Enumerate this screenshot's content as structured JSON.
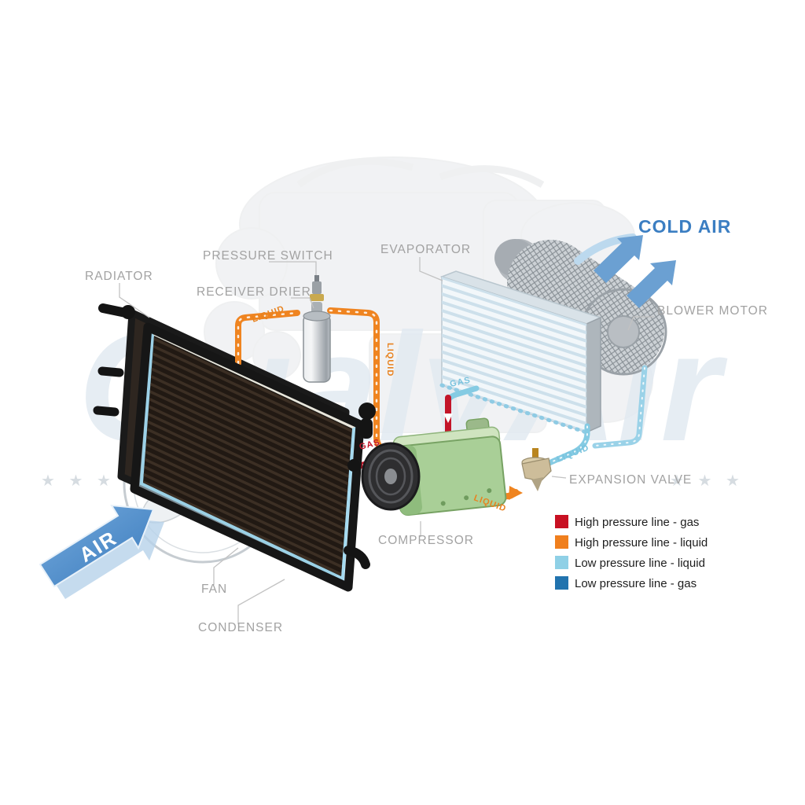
{
  "watermark": {
    "brand": "QualyAir",
    "stars_left": "★ ★ ★",
    "stars_right": "★ ★ ★"
  },
  "labels": {
    "radiator": "RADIATOR",
    "pressure_switch": "PRESSURE SWITCH",
    "receiver_drier": "RECEIVER DRIER",
    "evaporator": "EVAPORATOR",
    "blower_motor": "BLOWER MOTOR",
    "cold_air": "COLD AIR",
    "expansion_valve": "EXPANSION VALVE",
    "compressor": "COMPRESSOR",
    "fan": "FAN",
    "condenser": "CONDENSER",
    "air": "AIR"
  },
  "flow_labels": {
    "liquid_receiver": "LIQUID",
    "liquid_drop": "LIQUID",
    "gas_evaporator": "GAS",
    "gas_compressor": "GAS",
    "liquid_expansion": "LIQUID",
    "liquid_evaporator": "LIQUID"
  },
  "legend": {
    "items": [
      {
        "label": "High pressure line - gas",
        "color": "#c81022"
      },
      {
        "label": "High pressure line - liquid",
        "color": "#f07f1d"
      },
      {
        "label": "Low pressure line - liquid",
        "color": "#8fd0e6"
      },
      {
        "label": "Low pressure line -  gas",
        "color": "#2173ae"
      }
    ]
  },
  "colors": {
    "label_text": "#a2a2a2",
    "cold_air_text": "#3b7ec2",
    "hp_gas": "#c31529",
    "hp_liquid": "#ef8420",
    "lp_liquid": "#85cbe3",
    "lp_gas": "#2173ae",
    "air_arrow": "#4f8cc7"
  }
}
